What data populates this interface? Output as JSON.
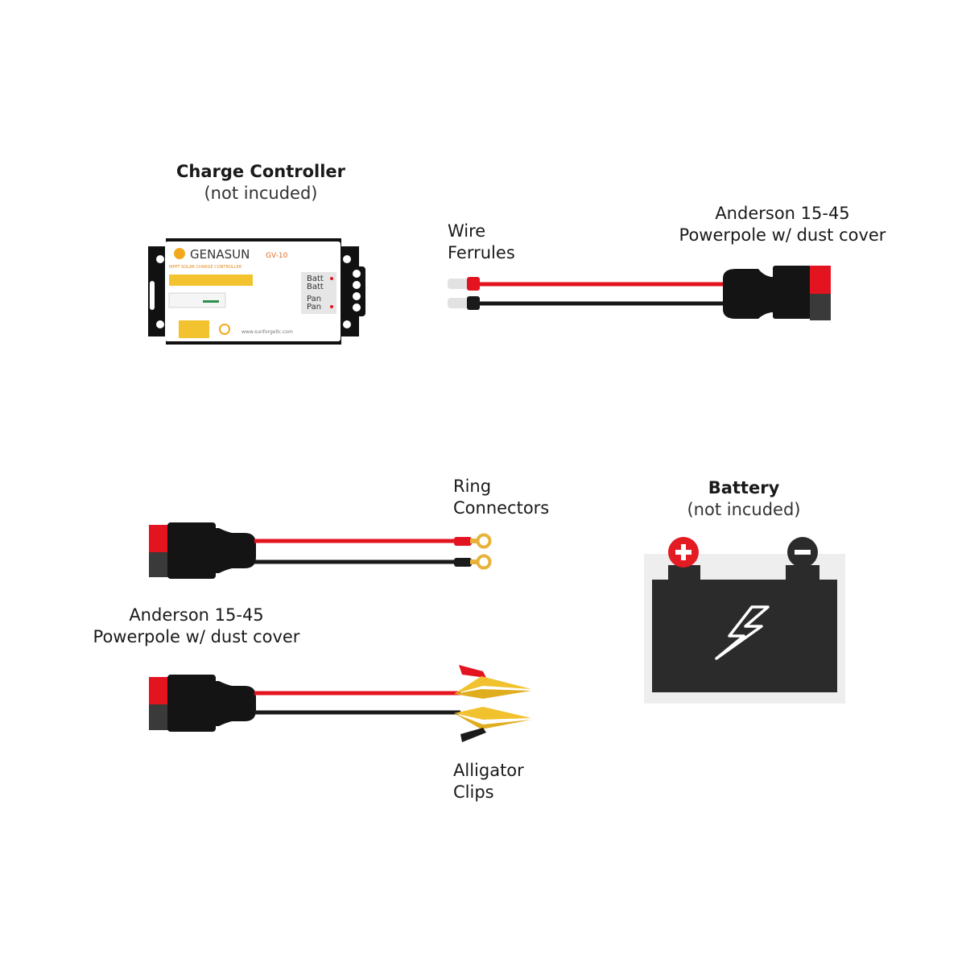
{
  "charge_controller": {
    "title": "Charge Controller",
    "subtitle": "(not incuded)",
    "brand": "GENASUN",
    "model": "GV-10",
    "tagline": "MPPT SOLAR CHARGE CONTROLLER",
    "terminals": [
      "Batt",
      "Batt",
      "Pan",
      "Pan"
    ],
    "website": "www.sunforgellc.com"
  },
  "cable_ferrules": {
    "end_label_line1": "Wire",
    "end_label_line2": "Ferrules",
    "plug_label_line1": "Anderson 15-45",
    "plug_label_line2": "Powerpole w/ dust cover"
  },
  "cable_rings": {
    "end_label_line1": "Ring",
    "end_label_line2": "Connectors"
  },
  "cable_clips": {
    "plug_label_line1": "Anderson 15-45",
    "plug_label_line2": "Powerpole w/ dust cover",
    "end_label_line1": "Alligator",
    "end_label_line2": "Clips"
  },
  "battery": {
    "title": "Battery",
    "subtitle": "(not incuded)",
    "positive_icon": "plus-icon",
    "negative_icon": "minus-icon",
    "bolt_icon": "lightning-bolt-icon"
  },
  "colors": {
    "red_wire": "#e3131f",
    "black_wire": "#1a1a1a",
    "powerpole_red": "#e3131f",
    "powerpole_dark": "#3a3a3a",
    "ferrule_gray": "#d9d9d9",
    "gold": "#e8b23a",
    "clip_yellow": "#f2c12e",
    "battery_body": "#2b2b2b",
    "battery_frame": "#eeeeee",
    "positive": "#e31b23",
    "negative": "#2b2b2b",
    "controller_accent": "#f3a91e"
  }
}
